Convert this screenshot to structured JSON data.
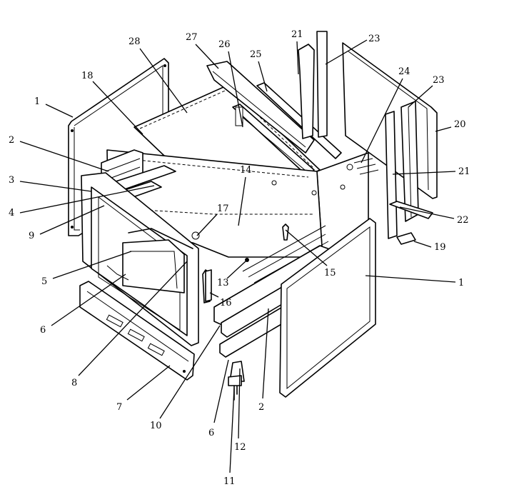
{
  "callouts": [
    "1",
    "2",
    "3",
    "4",
    "9",
    "5",
    "6",
    "8",
    "7",
    "10",
    "6",
    "2",
    "11",
    "12",
    "13",
    "15",
    "16",
    "17",
    "14",
    "18",
    "28",
    "27",
    "26",
    "25",
    "21",
    "23",
    "24",
    "23",
    "20",
    "21",
    "22",
    "19",
    "1"
  ],
  "colors": {
    "ink": "#000000",
    "paper": "#ffffff"
  }
}
